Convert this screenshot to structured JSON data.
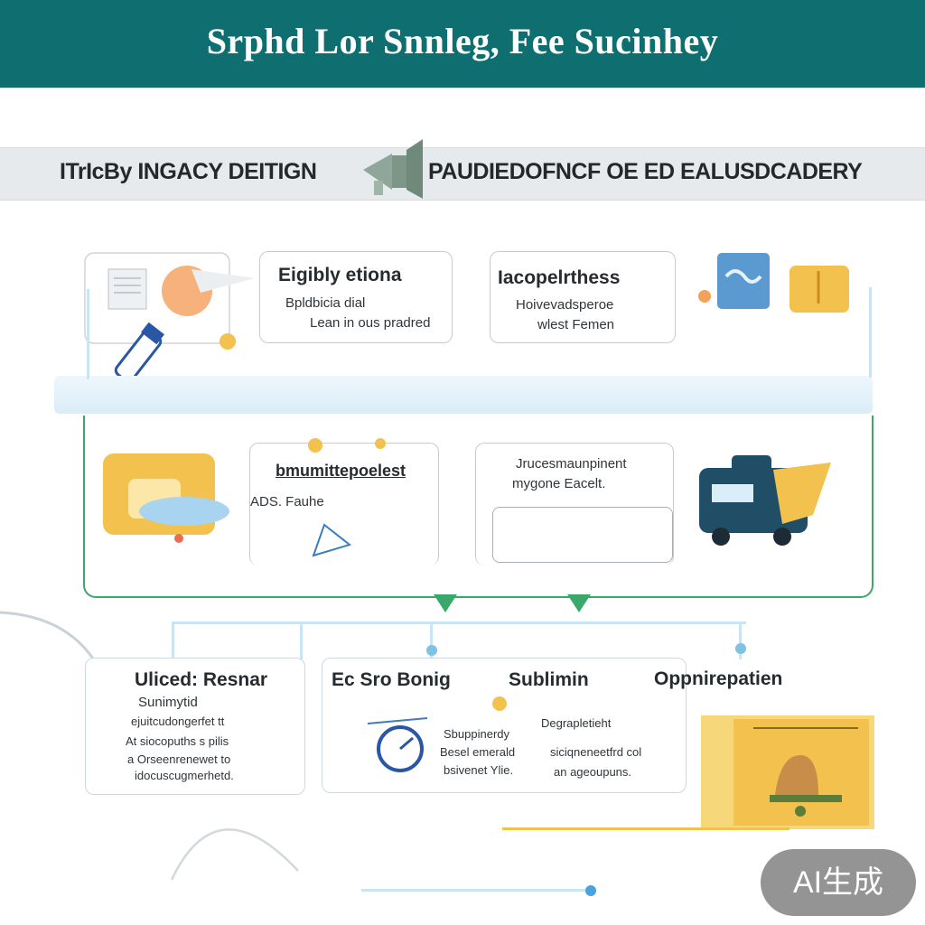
{
  "header": {
    "title": "Srphd Lor Snnleg, Fee Sucinhey"
  },
  "subheader": {
    "left": "ITrIcBy INGACY DEITIGN",
    "right": "PAUDIEDOFNCF OE ED EALUSDCADERY"
  },
  "row1": {
    "card_a": {
      "title": "Eigibly etiona",
      "line1": "Bpldbicia dial",
      "line2": "Lean in ous pradred"
    },
    "card_b": {
      "title": "Iacopelrthess",
      "line1": "Hoivevadsperoe",
      "line2": "wlest Femen"
    }
  },
  "row2": {
    "card_a": {
      "title": "bmumittepoelest",
      "line1": "ADS. Fauhe"
    },
    "card_b": {
      "line1": "Jrucesmaunpinent",
      "line2": "mygone Eacelt."
    }
  },
  "row3": {
    "card_a": {
      "title": "Uliced: Resnar",
      "sub": "Sunimytid",
      "lines": [
        "ejuitcudongerfet tt",
        "At siocopuths s pilis",
        "a Orseenrenewet to",
        "idocuscugmerhetd."
      ]
    },
    "card_b": {
      "title": "Ec Sro Bonig",
      "title2": "Sublimin",
      "lines": [
        "Sbuppinerdy",
        "Besel emerald",
        "bsivenet Ylie."
      ]
    },
    "card_c": {
      "title": "Oppnirepatien",
      "lines": [
        "Degrapletieht",
        "siciqneneetfrd col",
        "an ageoupuns."
      ]
    }
  },
  "colors": {
    "banner": "#0f6e6f",
    "accent_green": "#3aa86a",
    "accent_yellow": "#f2c14e",
    "accent_blue": "#7fc2e6"
  },
  "icons": [
    "megaphone-icon",
    "rocket-icon",
    "portfolio-icon",
    "magazine-icon",
    "bus-icon",
    "compass-icon",
    "book-icon"
  ],
  "watermark": {
    "label": "AI生成"
  }
}
